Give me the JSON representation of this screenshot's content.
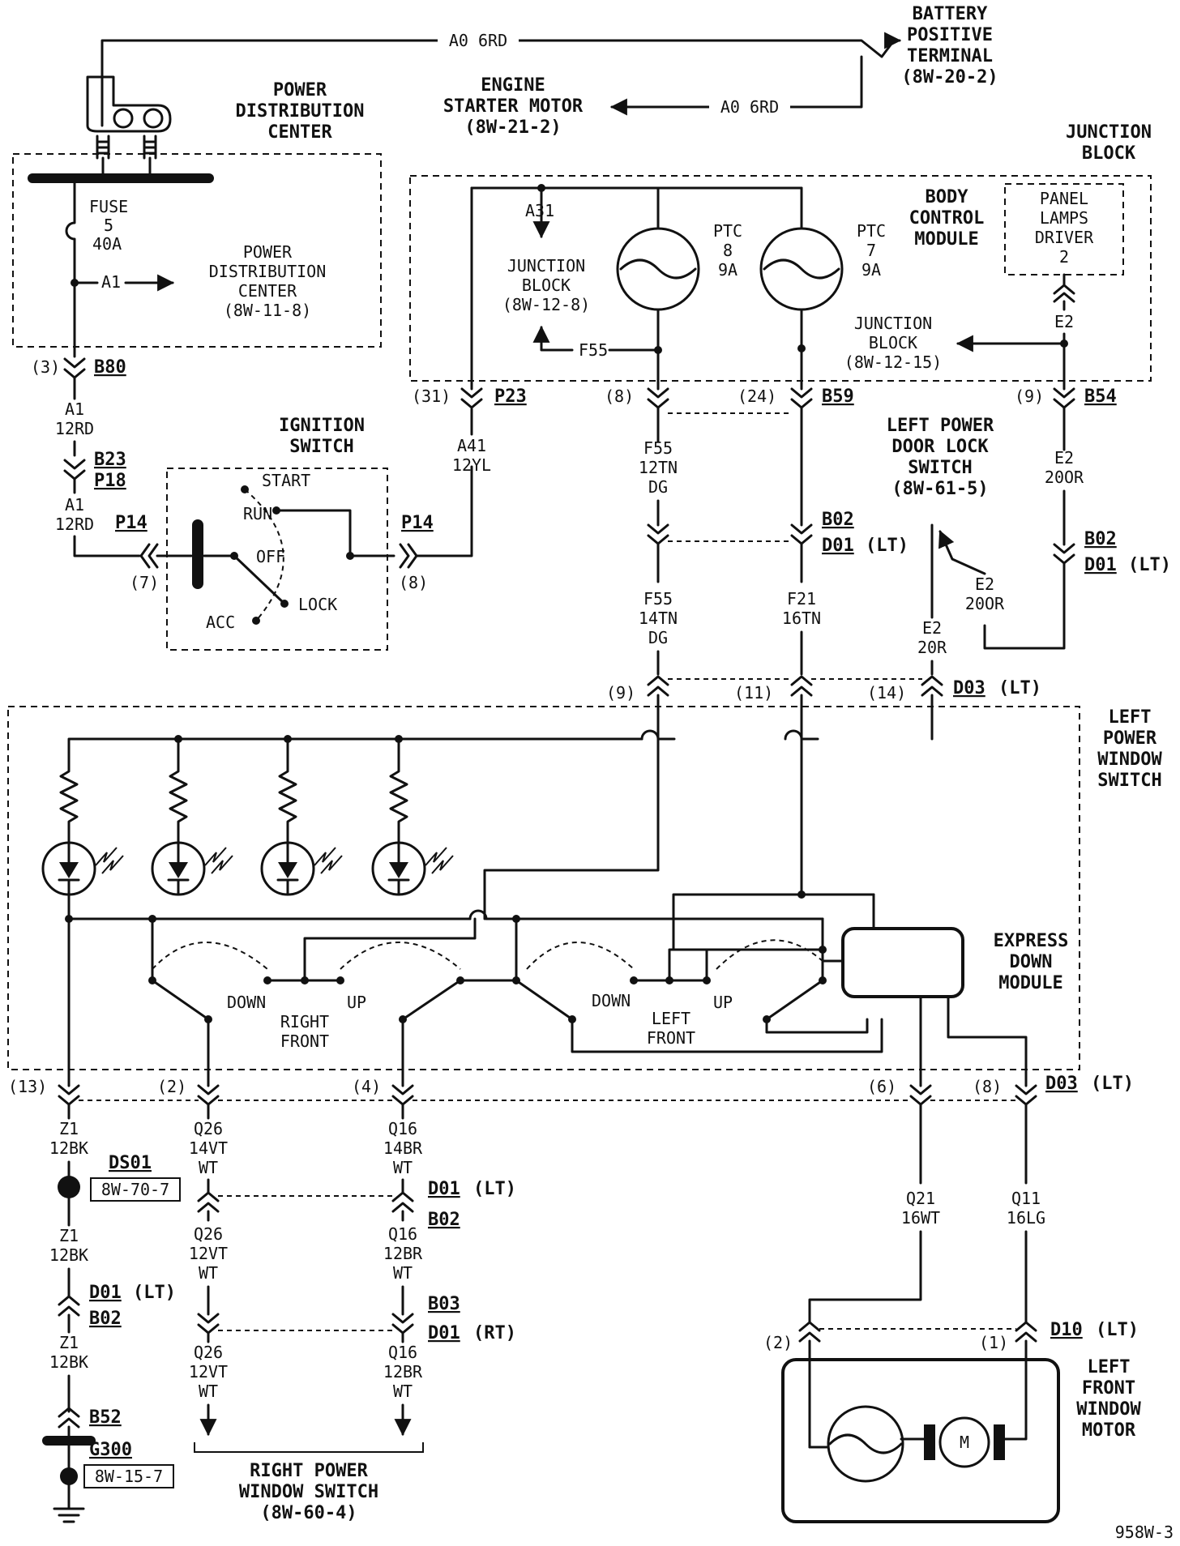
{
  "battery": {
    "l1": "BATTERY",
    "l2": "POSITIVE",
    "l3": "TERMINAL",
    "ref": "(8W-20-2)"
  },
  "starter": {
    "l1": "ENGINE",
    "l2": "STARTER MOTOR",
    "ref": "(8W-21-2)"
  },
  "wire_a0_top": "A0 6RD",
  "wire_a0_starter": "A0 6RD",
  "pdc": {
    "l1": "POWER",
    "l2": "DISTRIBUTION",
    "l3": "CENTER"
  },
  "fuse": {
    "l1": "FUSE",
    "l2": "5",
    "l3": "40A"
  },
  "pdc_ref": {
    "l1": "POWER",
    "l2": "DISTRIBUTION",
    "l3": "CENTER",
    "l4": "(8W-11-8)"
  },
  "a1_arrow": "A1",
  "b80": {
    "pin": "(3)",
    "name": "B80"
  },
  "a1_wire1": {
    "c": "A1",
    "g": "12RD"
  },
  "b23": "B23",
  "p18": "P18",
  "a1_wire2": {
    "c": "A1",
    "g": "12RD"
  },
  "p14_left": {
    "name": "P14",
    "pin": "(7)"
  },
  "p14_right": {
    "name": "P14",
    "pin": "(8)"
  },
  "ignition": {
    "l1": "IGNITION",
    "l2": "SWITCH",
    "start": "START",
    "run": "RUN",
    "off": "OFF",
    "lock": "LOCK",
    "acc": "ACC"
  },
  "junction_block": {
    "l1": "JUNCTION",
    "l2": "BLOCK"
  },
  "bcm": {
    "l1": "BODY",
    "l2": "CONTROL",
    "l3": "MODULE"
  },
  "panel_lamps": {
    "l1": "PANEL",
    "l2": "LAMPS",
    "l3": "DRIVER",
    "l4": "2"
  },
  "a31": "A31",
  "jb_ref1": {
    "l1": "JUNCTION",
    "l2": "BLOCK",
    "l3": "(8W-12-8)"
  },
  "ptc8": {
    "l1": "PTC",
    "l2": "8",
    "l3": "9A"
  },
  "ptc7": {
    "l1": "PTC",
    "l2": "7",
    "l3": "9A"
  },
  "f55_label": "F55",
  "jb_ref2": {
    "l1": "JUNCTION",
    "l2": "BLOCK",
    "l3": "(8W-12-15)"
  },
  "e2_top": "E2",
  "p23": {
    "pin": "(31)",
    "name": "P23"
  },
  "pin8": "(8)",
  "b59": {
    "pin": "(24)",
    "name": "B59"
  },
  "b54": {
    "pin": "(9)",
    "name": "B54"
  },
  "a41_wire": {
    "c": "A41",
    "g": "12YL"
  },
  "f55_wire1": {
    "c": "F55",
    "g": "12TN",
    "s": "DG"
  },
  "e2_wire1": {
    "c": "E2",
    "g": "20OR"
  },
  "door_lock": {
    "l1": "LEFT POWER",
    "l2": "DOOR LOCK",
    "l3": "SWITCH",
    "ref": "(8W-61-5)"
  },
  "b02_mid": "B02",
  "d01_mid": {
    "name": "D01",
    "tag": "(LT)"
  },
  "b02_right": "B02",
  "d01_right": {
    "name": "D01",
    "tag": "(LT)"
  },
  "f55_wire2": {
    "c": "F55",
    "g": "14TN",
    "s": "DG"
  },
  "f21_wire": {
    "c": "F21",
    "g": "16TN"
  },
  "e2_wire2": {
    "c": "E2",
    "g": "20OR"
  },
  "e2_wire3": {
    "c": "E2",
    "g": "20R"
  },
  "d03_top": {
    "p9": "(9)",
    "p11": "(11)",
    "p14": "(14)",
    "name": "D03",
    "tag": "(LT)"
  },
  "lpws": {
    "l1": "LEFT",
    "l2": "POWER",
    "l3": "WINDOW",
    "l4": "SWITCH"
  },
  "express": {
    "l1": "EXPRESS",
    "l2": "DOWN",
    "l3": "MODULE"
  },
  "rf_switch": {
    "down": "DOWN",
    "up": "UP",
    "l1": "RIGHT",
    "l2": "FRONT"
  },
  "lf_switch": {
    "down": "DOWN",
    "up": "UP",
    "l1": "LEFT",
    "l2": "FRONT"
  },
  "d03_bottom": {
    "p13": "(13)",
    "p2": "(2)",
    "p4": "(4)",
    "p6": "(6)",
    "p8": "(8)",
    "name": "D03",
    "tag": "(LT)"
  },
  "z1_wire1": {
    "c": "Z1",
    "g": "12BK"
  },
  "ds01": {
    "name": "DS01",
    "ref": "8W-70-7"
  },
  "z1_wire2": {
    "c": "Z1",
    "g": "12BK"
  },
  "d01_gnd": {
    "name": "D01",
    "tag": "(LT)"
  },
  "b02_gnd": "B02",
  "z1_wire3": {
    "c": "Z1",
    "g": "12BK"
  },
  "b52": "B52",
  "g300": {
    "name": "G300",
    "ref": "8W-15-7"
  },
  "q26_w1": {
    "c": "Q26",
    "g": "14VT",
    "s": "WT"
  },
  "q16_w1": {
    "c": "Q16",
    "g": "14BR",
    "s": "WT"
  },
  "d01_q": {
    "name": "D01",
    "tag": "(LT)"
  },
  "b02_q": "B02",
  "q26_w2": {
    "c": "Q26",
    "g": "12VT",
    "s": "WT"
  },
  "q16_w2": {
    "c": "Q16",
    "g": "12BR",
    "s": "WT"
  },
  "b03": "B03",
  "d01_rt": {
    "name": "D01",
    "tag": "(RT)"
  },
  "q26_w3": {
    "c": "Q26",
    "g": "12VT",
    "s": "WT"
  },
  "q16_w3": {
    "c": "Q16",
    "g": "12BR",
    "s": "WT"
  },
  "rpws": {
    "l1": "RIGHT POWER",
    "l2": "WINDOW SWITCH",
    "ref": "(8W-60-4)"
  },
  "q21_wire": {
    "c": "Q21",
    "g": "16WT"
  },
  "q11_wire": {
    "c": "Q11",
    "g": "16LG"
  },
  "d10": {
    "p2": "(2)",
    "p1": "(1)",
    "name": "D10",
    "tag": "(LT)"
  },
  "motor": {
    "l1": "LEFT",
    "l2": "FRONT",
    "l3": "WINDOW",
    "l4": "MOTOR",
    "m": "M"
  },
  "page_code": "958W-3"
}
